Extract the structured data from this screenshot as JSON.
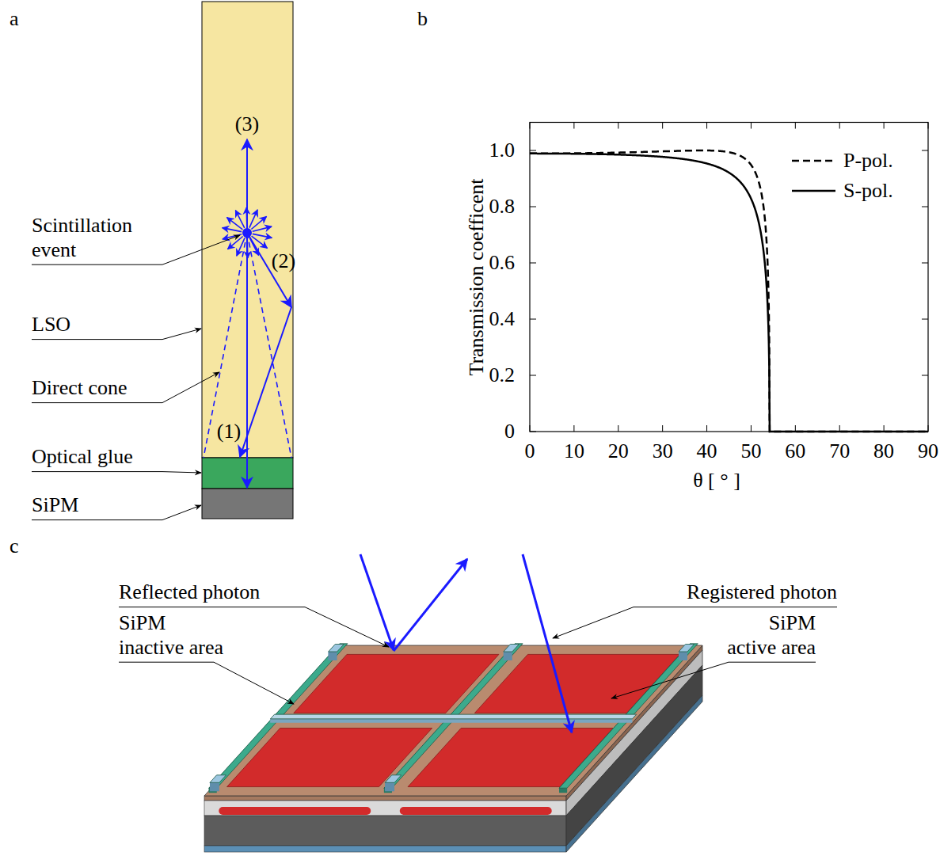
{
  "diagram": {
    "labels": [
      "a",
      "(3)",
      "Scintillation event",
      "(2)",
      "LSO",
      "Direct cone",
      "(1)",
      "Optical glue",
      "SiPM",
      "b",
      "Transmission coefficent",
      "1.0",
      "0.8",
      "0.6",
      "0.4",
      "0.2",
      "0",
      "0",
      "10",
      "20",
      "30",
      "40",
      "50",
      "60",
      "70",
      "80",
      "90",
      "θ [ ° ]",
      "c",
      "Reflected photon",
      "Registered photon",
      "SiPM inactive area",
      "SiPM active area"
    ],
    "legend": [
      {
        "text": "P-pol."
      },
      {
        "text": "S-pol."
      }
    ]
  }
}
